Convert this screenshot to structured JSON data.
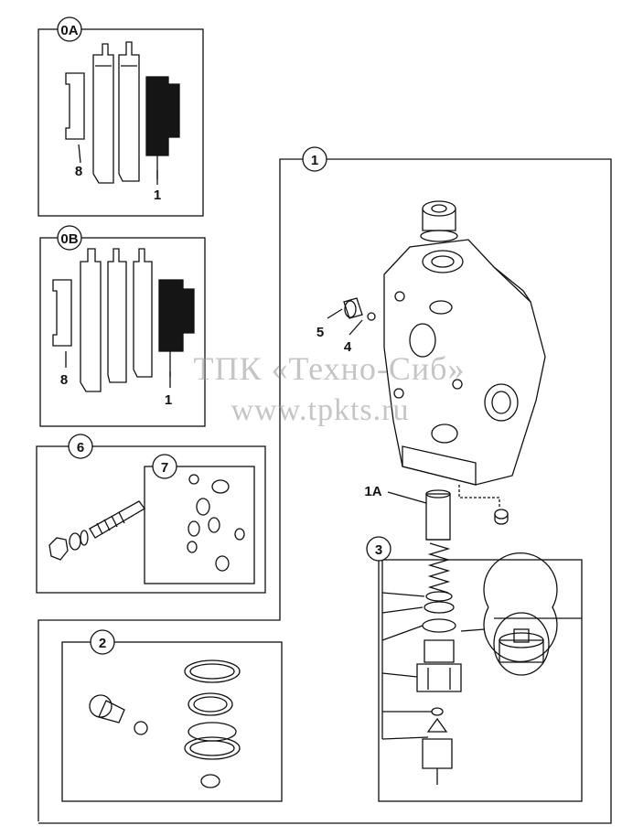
{
  "callouts": {
    "kit_0a": "0A",
    "kit_0b": "0B",
    "valve": "1",
    "kit_2": "2",
    "kit_3": "3",
    "kit_6": "6",
    "kit_7": "7"
  },
  "labels": {
    "a_part_8": "8",
    "a_part_1": "1",
    "b_part_8": "8",
    "b_part_1": "1",
    "part_5": "5",
    "part_4": "4",
    "part_1a": "1A"
  },
  "watermark": {
    "line1": "ТПК «Техно-Сиб»",
    "line2": "www.tpkts.ru"
  },
  "colors": {
    "ink": "#111111",
    "paper": "#ffffff",
    "watermark": "#969696"
  }
}
